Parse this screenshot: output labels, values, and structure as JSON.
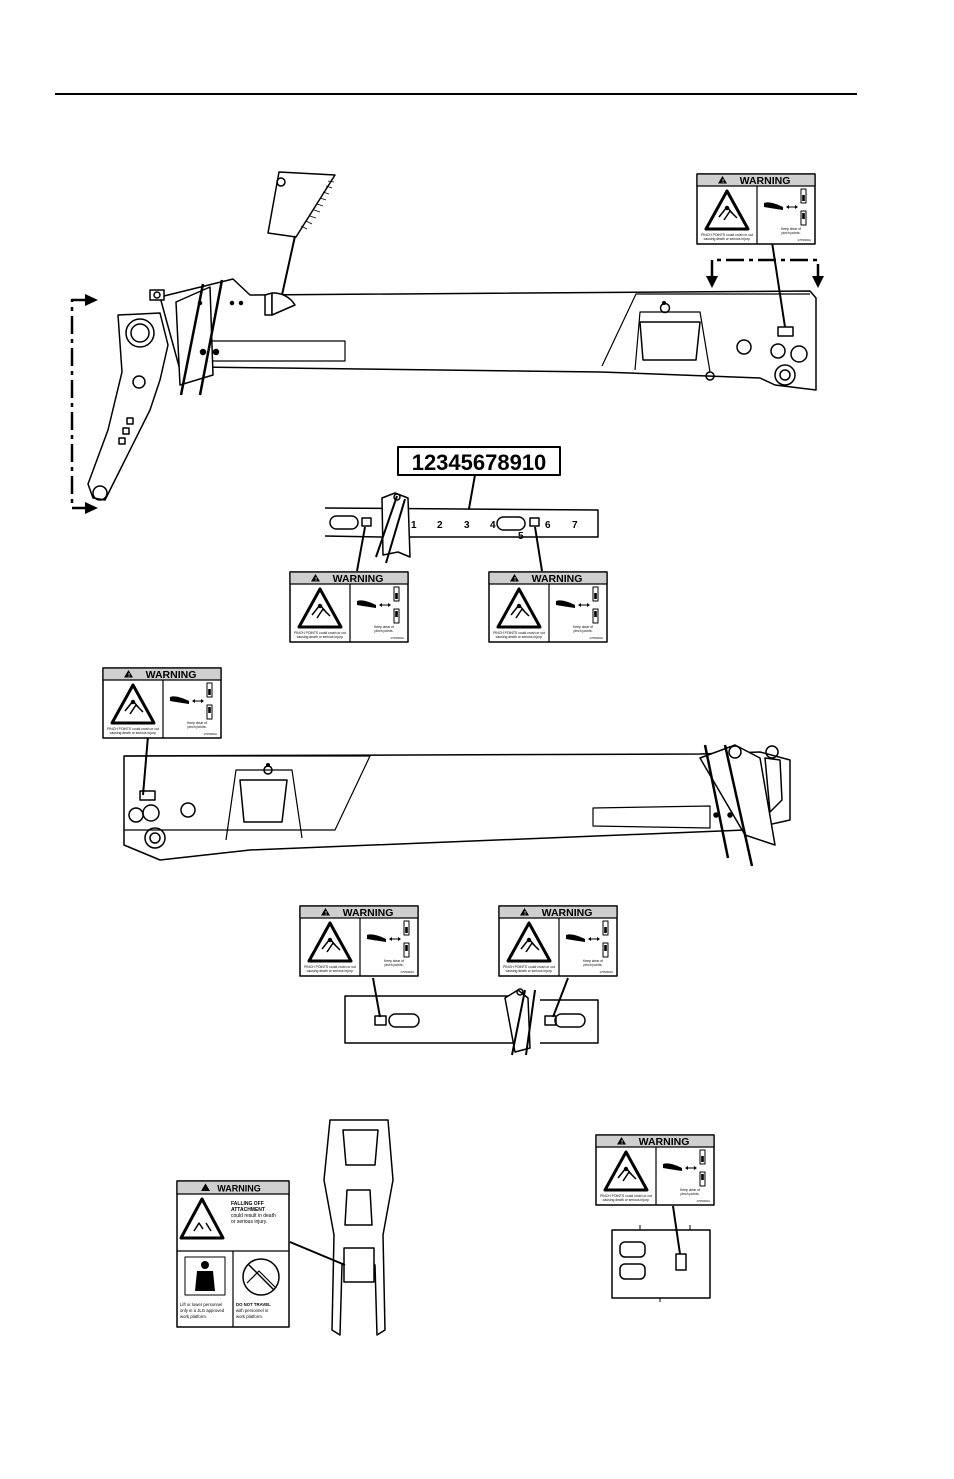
{
  "decal": {
    "warning_word": "WARNING",
    "pinch_text_line1": "PINCH POINTS could crush or cut",
    "pinch_text_line2": "causing death or serious injury.",
    "keep_clear_line1": "Keep clear of",
    "keep_clear_line2": "pinch points.",
    "part_number": "1705000A"
  },
  "falling_decal": {
    "warning_word": "WARNING",
    "falling_line1": "FALLING OFF",
    "falling_line2": "ATTACHMENT",
    "falling_line3": "could result in death",
    "falling_line4": "or serious injury.",
    "lift_line1": "Lift or lower personnel",
    "lift_line2": "only in a JLG approved",
    "lift_line3": "work platform.",
    "travel_line1": "DO NOT TRAVEL",
    "travel_line2": "with personnel in",
    "travel_line3": "work platform."
  },
  "number_strip": {
    "text": "12345678910"
  },
  "boom_numbers": [
    "1",
    "2",
    "3",
    "4",
    "5",
    "6",
    "7"
  ],
  "colors": {
    "line": "#000000",
    "header_fill": "#cfcfcf",
    "background": "#ffffff"
  }
}
